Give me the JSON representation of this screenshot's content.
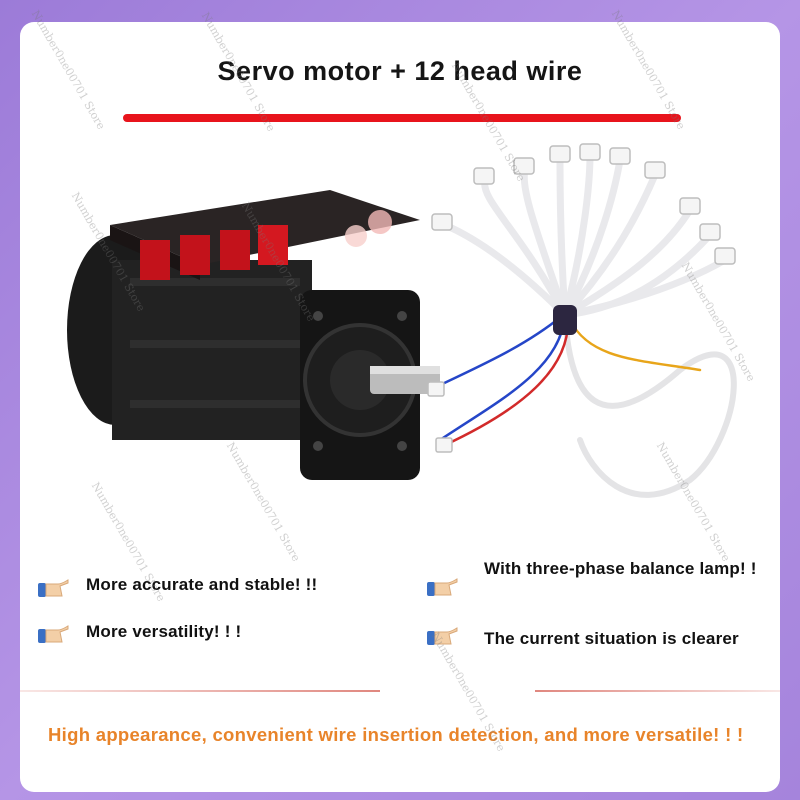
{
  "title": "Servo motor + 12 head wire",
  "features": {
    "left": [
      "More accurate and stable! !!",
      "More versatility! ! !"
    ],
    "right": [
      "With three-phase balance lamp! !",
      "The current situation is clearer"
    ]
  },
  "bottom_text": "High appearance, convenient wire insertion detection, and more versatile! ! !",
  "watermark": "Number0ne00701 Store",
  "colors": {
    "frame": "#a584dc",
    "accent_line": "#e8141c",
    "bottom_text": "#e8842a",
    "divider": "#e0877f"
  },
  "icons": [
    "pointing-hand-icon"
  ]
}
